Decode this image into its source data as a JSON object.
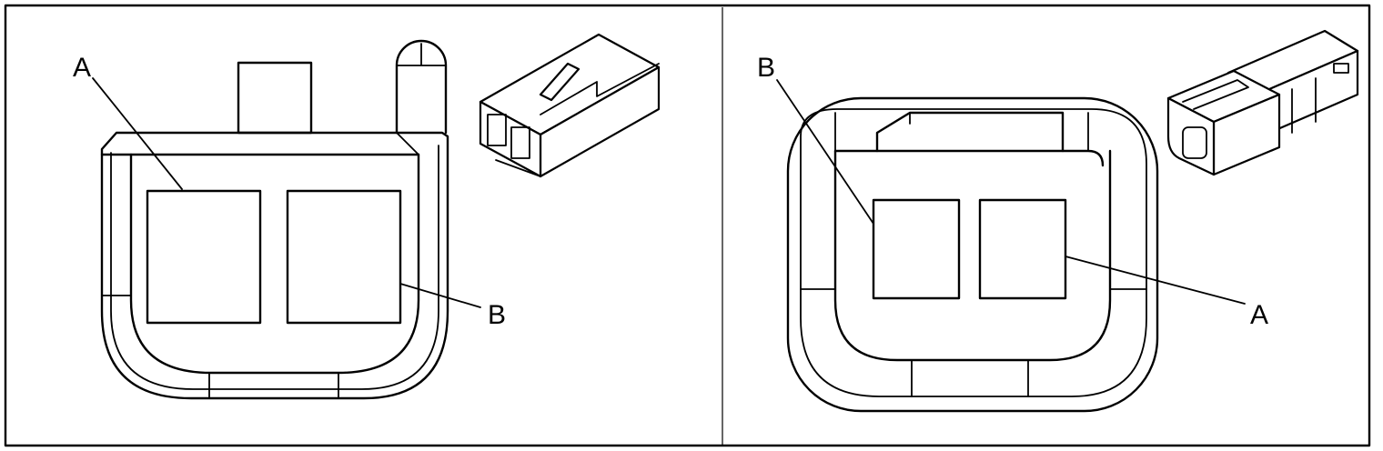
{
  "panels": [
    {
      "id": "left",
      "labels": {
        "a": "A",
        "b": "B"
      },
      "cavities": [
        "A",
        "B"
      ]
    },
    {
      "id": "right",
      "labels": {
        "a": "A",
        "b": "B"
      },
      "cavities": [
        "B",
        "A"
      ]
    }
  ],
  "colors": {
    "line": "#000000",
    "background": "#ffffff"
  }
}
